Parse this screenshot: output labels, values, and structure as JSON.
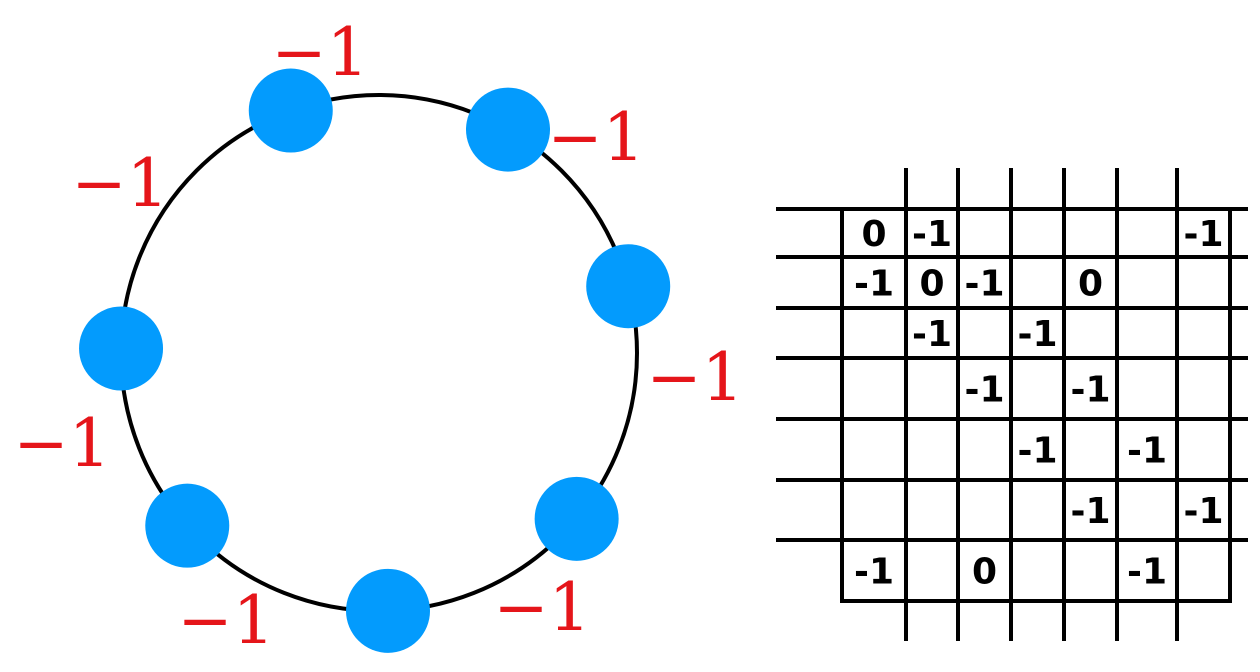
{
  "colors": {
    "node_fill": "#039BFD",
    "edge_label": "#E5151A",
    "ring": "#000000",
    "grid_line": "#000000",
    "cell_text": "#000000"
  },
  "ring_graph": {
    "node_count": 7,
    "edge_labels": [
      "−1",
      "−1",
      "−1",
      "−1",
      "−1",
      "−1",
      "−1"
    ]
  },
  "matrix": {
    "rows": [
      [
        "0",
        "-1",
        "",
        "",
        "",
        "",
        "-1"
      ],
      [
        "-1",
        "0",
        "-1",
        "",
        "0",
        "",
        ""
      ],
      [
        "",
        "-1",
        "",
        "-1",
        "",
        "",
        ""
      ],
      [
        "",
        "",
        "-1",
        "",
        "-1",
        "",
        ""
      ],
      [
        "",
        "",
        "",
        "-1",
        "",
        "-1",
        ""
      ],
      [
        "",
        "",
        "",
        "",
        "-1",
        "",
        "-1"
      ],
      [
        "-1",
        "",
        "0",
        "",
        "",
        "-1",
        ""
      ]
    ],
    "boxed_cells": [
      [
        0,
        0
      ],
      [
        0,
        1
      ],
      [
        0,
        6
      ],
      [
        1,
        0
      ],
      [
        1,
        1
      ],
      [
        1,
        2
      ],
      [
        2,
        1
      ],
      [
        2,
        3
      ],
      [
        3,
        2
      ],
      [
        3,
        4
      ],
      [
        4,
        3
      ],
      [
        4,
        5
      ],
      [
        5,
        4
      ],
      [
        5,
        6
      ],
      [
        6,
        0
      ],
      [
        6,
        5
      ]
    ]
  }
}
